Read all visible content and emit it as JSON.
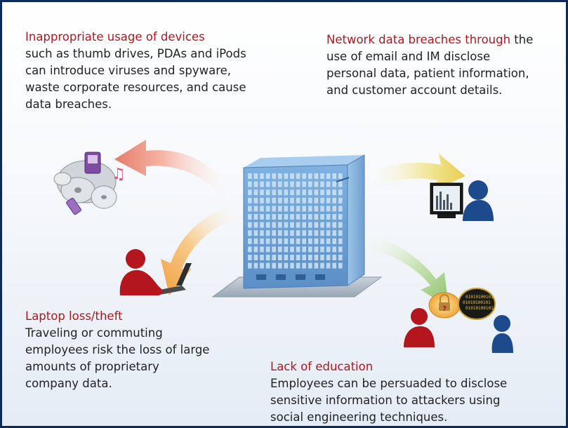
{
  "colors": {
    "border": "#0f2a57",
    "title_red": "#b3161c",
    "body_text": "#222222",
    "person_red": "#b3161c",
    "person_blue": "#1c4a8c"
  },
  "blocks": {
    "devices": {
      "title": "Inappropriate usage of devices",
      "lines": [
        "such as thumb drives, PDAs and iPods",
        "can introduce viruses and spyware,",
        "waste corporate resources, and cause",
        "data breaches."
      ]
    },
    "network": {
      "title": "Network data breaches through",
      "title_continuation": " the",
      "lines": [
        "use of email and IM disclose",
        "personal data, patient information,",
        "and customer account details."
      ]
    },
    "laptop": {
      "title": "Laptop loss/theft",
      "lines": [
        "Traveling or commuting",
        "employees risk the loss of large",
        "amounts of proprietary",
        "company data."
      ]
    },
    "education": {
      "title": "Lack of education",
      "lines": [
        "Employees can be persuaded to disclose",
        "sensitive information to attackers using",
        "social engineering techniques."
      ]
    }
  },
  "icons": {
    "building": "office-building-icon",
    "devices": "portable-devices-icon",
    "monitor": "chart-monitor-icon",
    "laptop": "laptop-icon",
    "speech": "speech-bubbles-icon"
  },
  "speech_bubble_binary": "01010100101"
}
